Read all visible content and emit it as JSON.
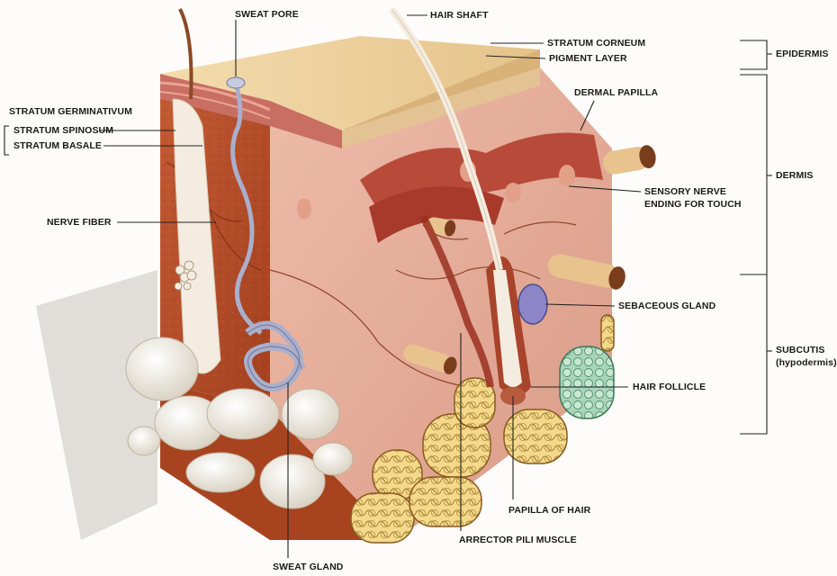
{
  "labels": {
    "sweat_pore": "SWEAT PORE",
    "hair_shaft": "HAIR SHAFT",
    "stratum_corneum": "STRATUM CORNEUM",
    "pigment_layer": "PIGMENT LAYER",
    "epidermis": "EPIDERMIS",
    "dermal_papilla": "DERMAL PAPILLA",
    "stratum_germinativum": "STRATUM GERMINATIVUM",
    "stratum_spinosum": "STRATUM SPINOSUM",
    "stratum_basale": "STRATUM BASALE",
    "dermis": "DERMIS",
    "sensory_nerve_line1": "SENSORY NERVE",
    "sensory_nerve_line2": "ENDING FOR TOUCH",
    "nerve_fiber": "NERVE FIBER",
    "sebaceous_gland": "SEBACEOUS GLAND",
    "subcutis_line1": "SUBCUTIS",
    "subcutis_line2": "(hypodermis)",
    "hair_follicle": "HAIR FOLLICLE",
    "papilla_of_hair": "PAPILLA OF HAIR",
    "arrector_pili_muscle": "ARRECTOR PILI MUSCLE",
    "sweat_gland": "SWEAT GLAND"
  },
  "colors": {
    "stratum_corneum": "#ecd3a0",
    "pigment_layer": "#c86e62",
    "dermis_front": "#b9502e",
    "dermis_cut": "#e7b0a0",
    "fat_lobule": "#f2d27e",
    "sweat_gland": "#a9afcc",
    "sebaceous_gland": "#8c86c8",
    "hair": "#f4ece0"
  }
}
